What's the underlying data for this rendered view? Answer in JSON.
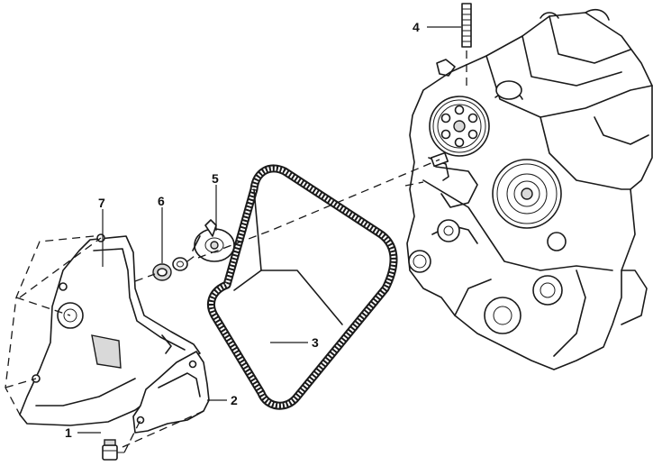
{
  "callouts": {
    "c1": "1",
    "c2": "2",
    "c3": "3",
    "c4": "4",
    "c5": "5",
    "c6": "6",
    "c7": "7"
  },
  "colors": {
    "ink": "#1a1a1a",
    "shade": "#d9d9d9",
    "background": "#ffffff"
  }
}
